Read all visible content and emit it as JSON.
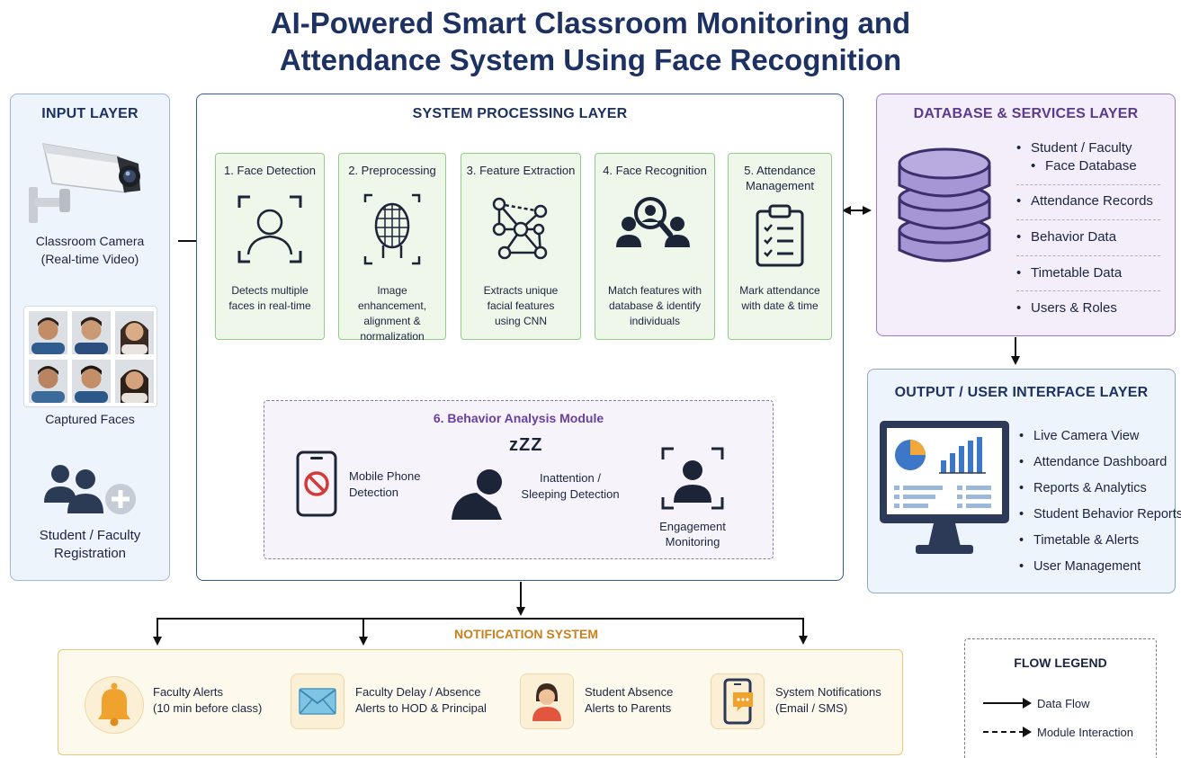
{
  "title": {
    "line1": "AI-Powered Smart Classroom Monitoring and",
    "line2": "Attendance System Using Face Recognition"
  },
  "input_layer": {
    "title": "INPUT LAYER",
    "camera_label_1": "Classroom Camera",
    "camera_label_2": "(Real-time Video)",
    "faces_label": "Captured Faces",
    "registration_label_1": "Student / Faculty",
    "registration_label_2": "Registration"
  },
  "processing_layer": {
    "title": "SYSTEM PROCESSING LAYER",
    "steps": [
      {
        "title": "1. Face Detection",
        "desc1": "Detects multiple",
        "desc2": "faces in real-time",
        "desc3": ""
      },
      {
        "title": "2. Preprocessing",
        "desc1": "Image enhancement,",
        "desc2": "alignment &",
        "desc3": "normalization"
      },
      {
        "title": "3. Feature Extraction",
        "desc1": "Extracts unique",
        "desc2": "facial features",
        "desc3": "using CNN"
      },
      {
        "title": "4. Face Recognition",
        "desc1": "Match features with",
        "desc2": "database & identify",
        "desc3": "individuals"
      },
      {
        "title": "5. Attendance\nManagement",
        "title1": "5. Attendance",
        "title2": "Management",
        "desc1": "Mark attendance",
        "desc2": "with date & time",
        "desc3": ""
      }
    ],
    "behavior": {
      "title": "6. Behavior Analysis Module",
      "phone_1": "Mobile Phone",
      "phone_2": "Detection",
      "sleep_1": "Inattention /",
      "sleep_2": "Sleeping Detection",
      "engage_1": "Engagement",
      "engage_2": "Monitoring",
      "zzz": "zZZ"
    }
  },
  "database_layer": {
    "title": "DATABASE & SERVICES LAYER",
    "items": [
      "Student / Faculty",
      "Face Database",
      "Attendance Records",
      "Behavior Data",
      "Timetable Data",
      "Users & Roles"
    ]
  },
  "output_layer": {
    "title": "OUTPUT / USER INTERFACE LAYER",
    "items": [
      "Live Camera View",
      "Attendance Dashboard",
      "Reports & Analytics",
      "Student Behavior Reports",
      "Timetable & Alerts",
      "User Management"
    ]
  },
  "notification": {
    "title": "NOTIFICATION SYSTEM",
    "items": [
      {
        "line1": "Faculty Alerts",
        "line2": "(10 min before class)"
      },
      {
        "line1": "Faculty Delay / Absence",
        "line2": "Alerts to HOD & Principal"
      },
      {
        "line1": "Student Absence",
        "line2": "Alerts to Parents"
      },
      {
        "line1": "System Notifications",
        "line2": "(Email / SMS)"
      }
    ]
  },
  "legend": {
    "title": "FLOW LEGEND",
    "data_flow": "Data Flow",
    "module_interaction": "Module Interaction"
  },
  "colors": {
    "title": "#1d3262",
    "input_panel": "#eef4fb",
    "processing_border": "#2f5c9a",
    "step_fill": "#eef7e9",
    "step_border": "#8fcf85",
    "database_fill": "#f3eef9",
    "database_border": "#9a7cc6",
    "output_fill": "#edf4fb",
    "notification_fill": "#fdf9ec",
    "notification_border": "#e8c879",
    "notification_title": "#c9801d",
    "behavior_title": "#6a3fa0"
  }
}
